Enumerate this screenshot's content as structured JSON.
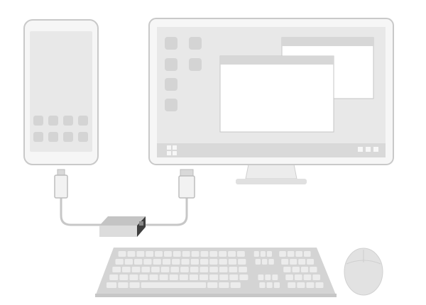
{
  "scene": {
    "description_items": [
      "phone",
      "monitor",
      "usb-c-cable",
      "adapter",
      "hdmi-cable",
      "keyboard",
      "mouse"
    ]
  },
  "colors": {
    "background": "#ffffff",
    "device_frame": "#f6f6f6",
    "device_border": "#c9c9c9",
    "screen": "#e8e8e8",
    "app_icon": "#d4d4d4",
    "window_fill": "#ffffff",
    "window_titlebar": "#d7d7d7",
    "window_border": "#c6c6c6",
    "taskbar": "#d9d9d9",
    "cable": "#c7c7c7",
    "adapter_body": "#d6d6d6",
    "adapter_dark": "#3f3f3f",
    "keyboard_body": "#d4d4d4",
    "keyboard_key": "#ececec",
    "mouse": "#e2e2e2"
  },
  "phone": {
    "app_icon_count": 8
  },
  "monitor": {
    "desktop_icon_count": 6,
    "window_count": 2,
    "taskbar_tray_icon_count": 3,
    "start_icon": "grid-icon"
  }
}
